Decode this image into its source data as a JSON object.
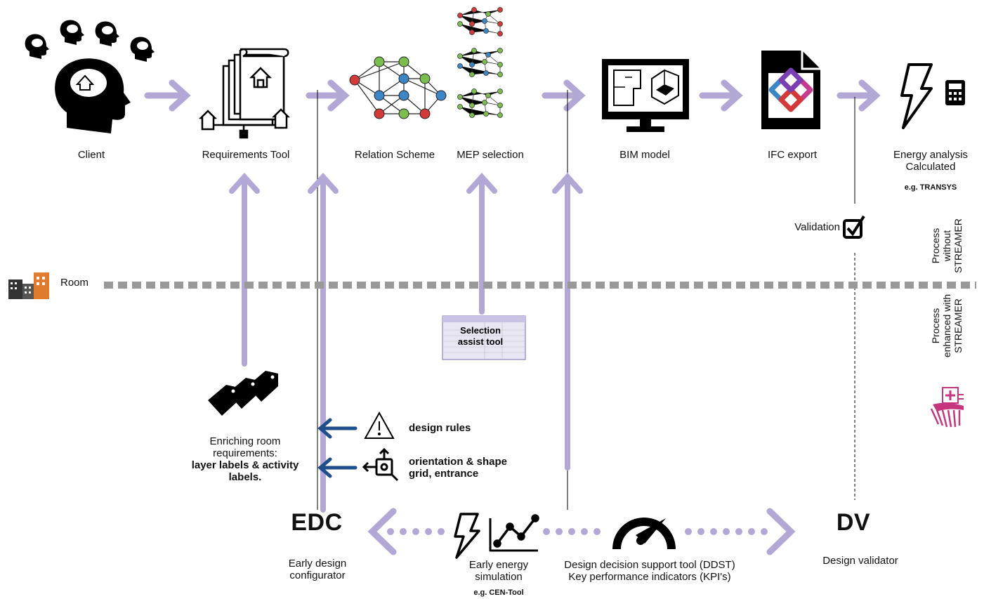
{
  "colors": {
    "arrow": "#b3a7d6",
    "dark_arrow": "#1f4e8c",
    "node_green": "#7bbd4e",
    "node_blue": "#3d86c6",
    "node_red": "#d23a3a",
    "ifc_magenta": "#c43a8f",
    "streamer_pink": "#c5367f"
  },
  "top": {
    "client": "Client",
    "requirements_tool": "Requirements Tool",
    "relation_scheme": "Relation Scheme",
    "mep_selection": "MEP selection",
    "bim_model": "BIM model",
    "ifc_export": "IFC export",
    "energy_analysis_line1": "Energy analysis",
    "energy_analysis_line2": "Calculated",
    "energy_example": "e.g. TRANSYS"
  },
  "validation": "Validation",
  "room": "Room",
  "process_without": [
    "Process",
    "without",
    "STREAMER"
  ],
  "process_with": [
    "Process",
    "enhanced with",
    "STREAMER"
  ],
  "selection_assist": [
    "Selection",
    "assist tool"
  ],
  "enriching": {
    "line1": "Enriching room",
    "line2": "requirements:",
    "line3": "layer labels & activity",
    "line4": "labels."
  },
  "design_rules": "design rules",
  "orientation": {
    "line1": "orientation & shape",
    "line2": "grid, entrance"
  },
  "edc": {
    "abbr": "EDC",
    "line1": "Early design",
    "line2": "configurator"
  },
  "early_energy": {
    "line1": "Early energy",
    "line2": "simulation",
    "example": "e.g. CEN-Tool"
  },
  "ddst": {
    "line1": "Design decision support tool (DDST)",
    "line2": "Key performance indicators (KPI's)"
  },
  "dv": {
    "abbr": "DV",
    "label": "Design validator"
  }
}
